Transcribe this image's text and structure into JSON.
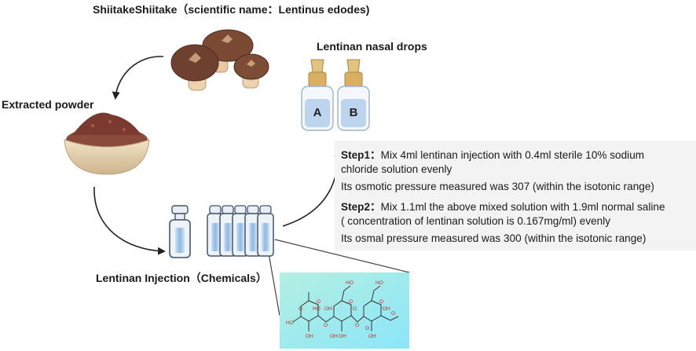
{
  "labels": {
    "source": "ShiitakeShiitake（scientific name：Lentinus edodes)",
    "powder": "Extracted powder",
    "drops": "Lentinan nasal drops",
    "injection": "Lentinan Injection（Chemicals）",
    "bottle_a": "A",
    "bottle_b": "B"
  },
  "steps": {
    "step1_title": "Step1：",
    "step1_text": "Mix 4ml lentinan injection with 0.4ml sterile 10% sodium",
    "step1_text2": "chloride solution evenly",
    "step1_result": "Its osmotic pressure measured was 307 (within the isotonic range)",
    "step2_title": "Step2：",
    "step2_text": "Mix 1.1ml the above mixed solution with 1.9ml normal saline",
    "step2_text2": "( concentration of lentinan solution is 0.167mg/ml) evenly",
    "step2_result": "Its osmal pressure measured was 300 (within the isotonic range)"
  },
  "molecule_atoms": [
    "HO",
    "OH",
    "O",
    "O",
    "O",
    "O",
    "O",
    "HO",
    "OH",
    "OH",
    "OH",
    "HO",
    "HO",
    "O",
    "OH",
    "OH",
    "O",
    "O",
    "O"
  ],
  "colors": {
    "mushroom_cap": "#7a4a34",
    "mushroom_stem": "#e6c9a4",
    "powder": "#7b3a30",
    "bowl": "#e9d7b6",
    "vial_cap": "#d9b063",
    "liquid": "#9fc3e6",
    "arrow": "#222222",
    "panel_bg": "#f3f3f3",
    "molecule_bg_start": "#a9ece0",
    "molecule_bg_end": "#8ee7f7",
    "oxygen": "#cc2222"
  }
}
